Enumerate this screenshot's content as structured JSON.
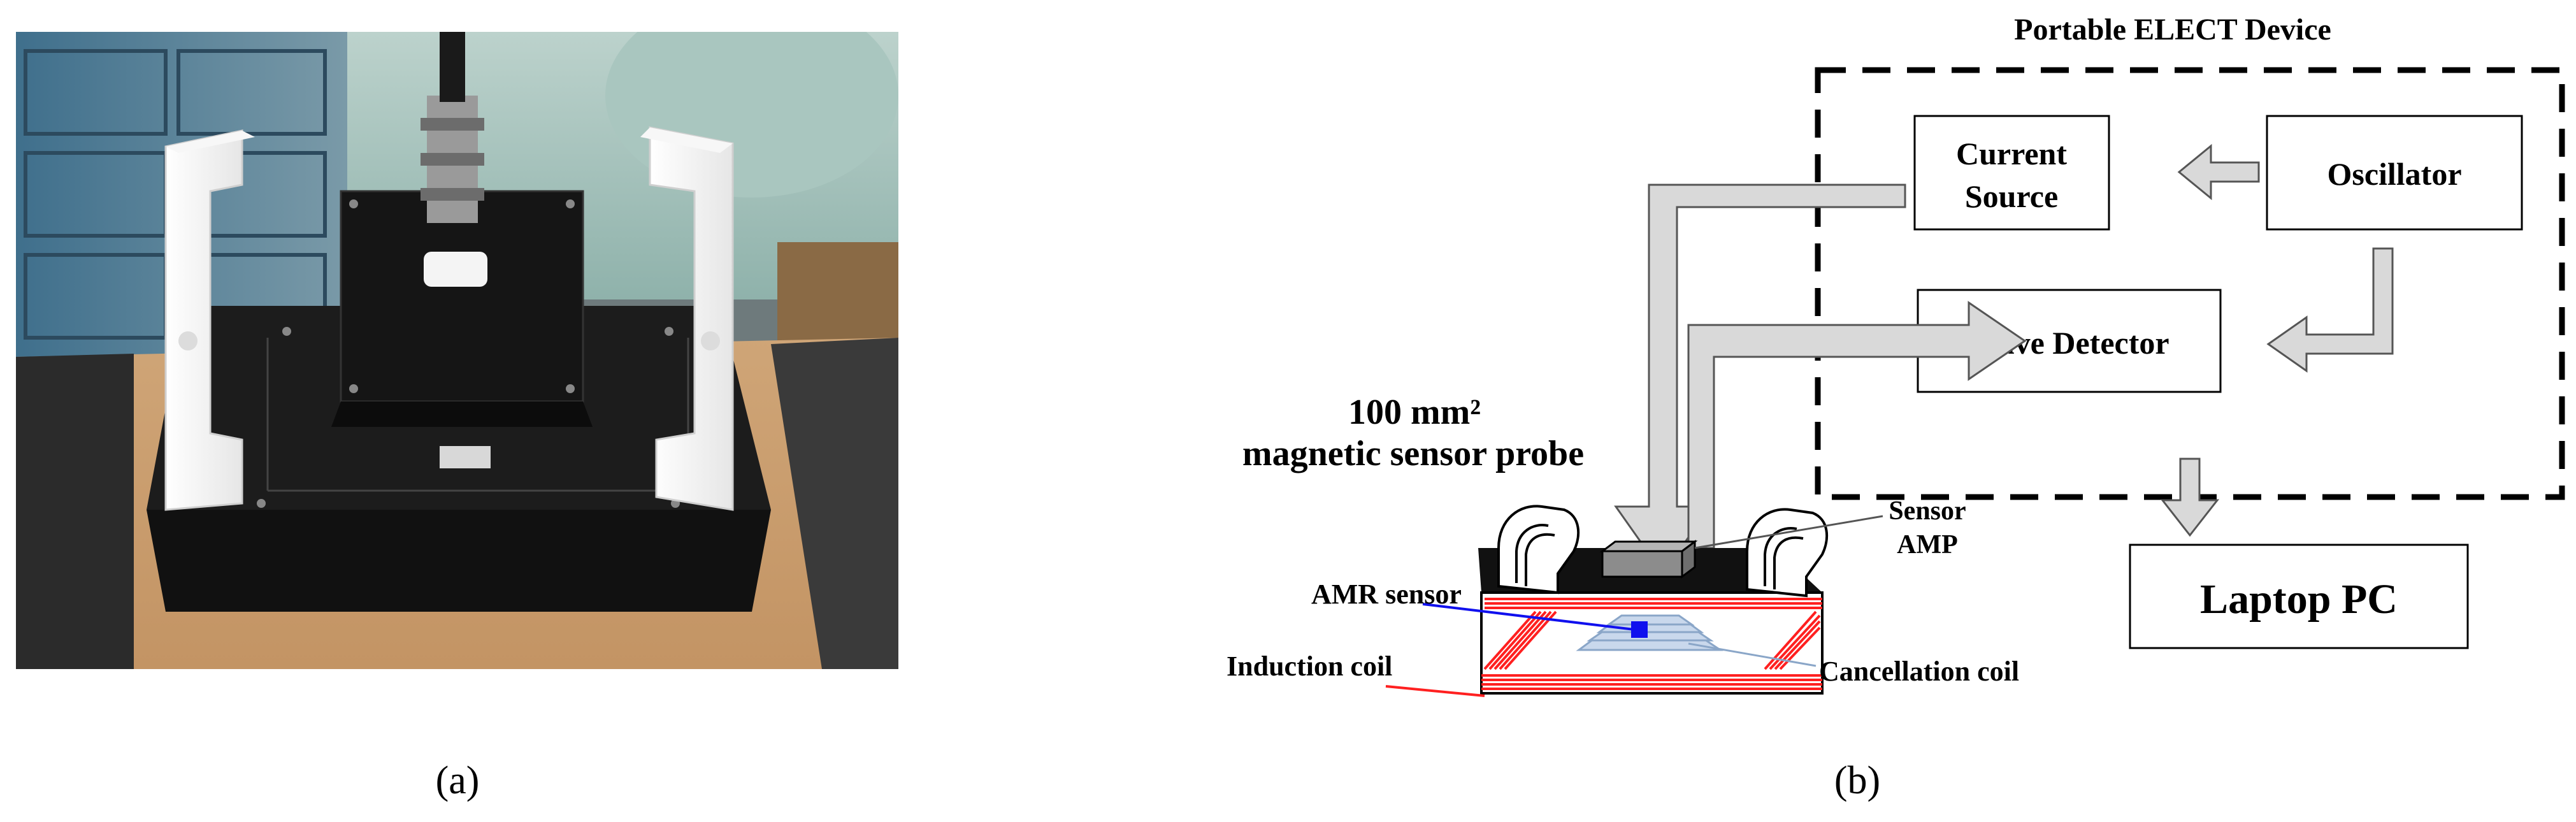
{
  "panel_a": {
    "label": "(a)",
    "photo_description": "Photo of a black probe enclosure with a connector cable on top, flanked by two white U-shaped handles, sitting on a cardboard surface"
  },
  "panel_b": {
    "label": "(b)",
    "device_title": "Portable ELECT Device",
    "blocks": {
      "current_source_line1": "Current",
      "current_source_line2": "Source",
      "oscillator": "Oscillator",
      "wave_detector": "Wave Detector",
      "laptop": "Laptop PC"
    },
    "probe_title_line1": "100 mm²",
    "probe_title_line2": "magnetic sensor probe",
    "sensor_amp_line1": "Sensor",
    "sensor_amp_line2": "AMP",
    "amr_sensor": "AMR sensor",
    "induction_coil": "Induction coil",
    "cancellation_coil": "Cancellation coil"
  },
  "colors": {
    "arrow_fill": "#d9d9d9",
    "coil_red": "#ff2020",
    "cancellation_blue": "#9fb8d8",
    "amr_blue": "#1010ee"
  }
}
